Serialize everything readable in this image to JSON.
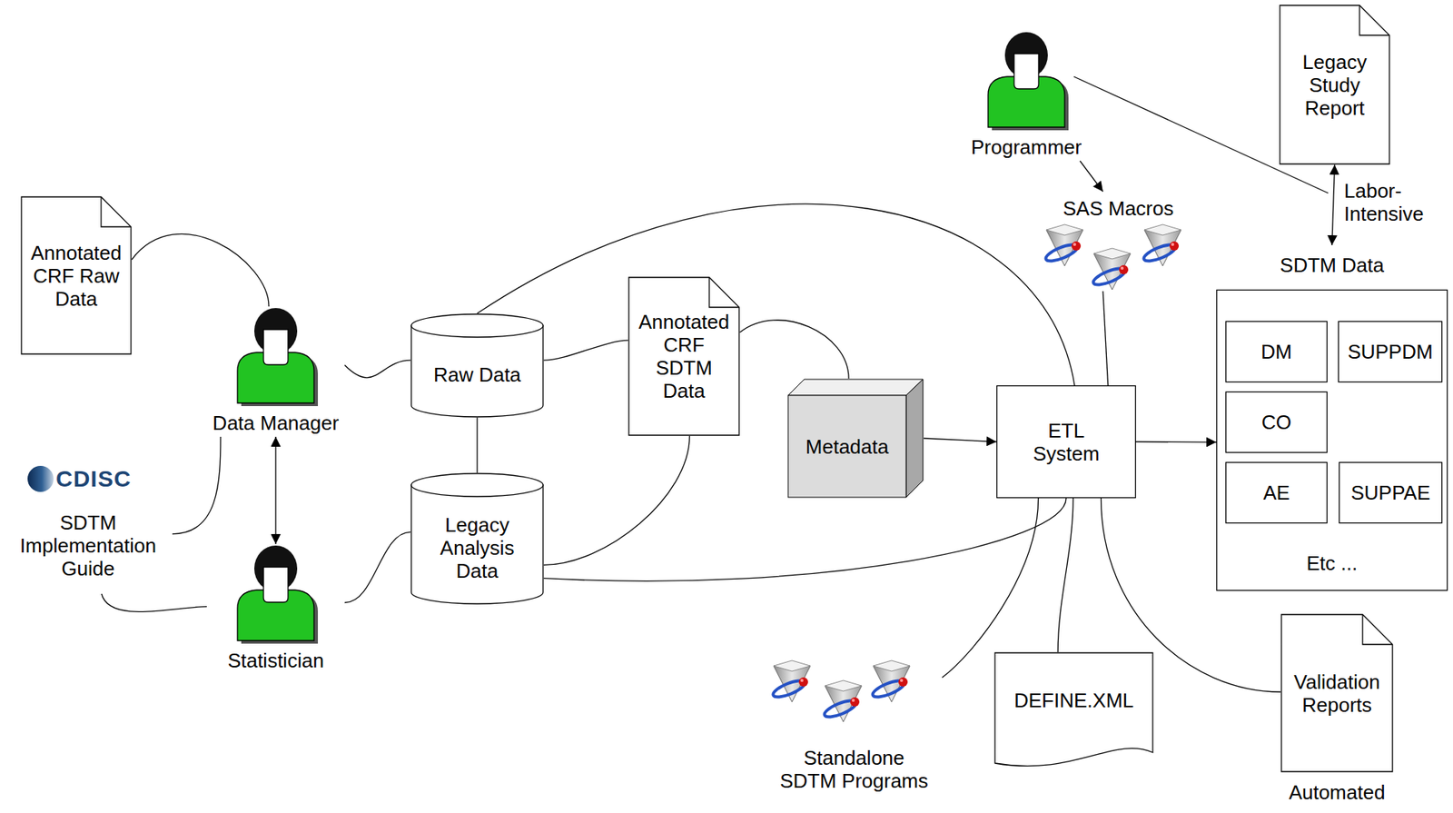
{
  "diagram": {
    "nodes": [
      {
        "text": [
          "Annotated CRF Raw Data"
        ]
      },
      {
        "text": [
          "Data Manager"
        ]
      },
      {
        "text": [
          "CDISC",
          "SDTM Implementation Guide"
        ]
      },
      {
        "text": [
          "Statistician"
        ]
      },
      {
        "text": [
          "Raw Data"
        ]
      },
      {
        "text": [
          "Legacy Analysis Data"
        ]
      },
      {
        "text": [
          "Annotated CRF SDTM Data"
        ]
      },
      {
        "text": [
          "Metadata"
        ]
      },
      {
        "text": [
          "Programmer"
        ]
      },
      {
        "text": [
          "SAS Macros"
        ]
      },
      {
        "text": [
          "ETL System"
        ]
      },
      {
        "text": [
          "Legacy Study Report"
        ]
      },
      {
        "text": [
          "SDTM Data",
          "Etc ..."
        ]
      },
      {
        "text": [
          "DM"
        ],
        "in": 12
      },
      {
        "text": [
          "SUPPDM"
        ],
        "in": 12
      },
      {
        "text": [
          "CO"
        ],
        "in": 12
      },
      {
        "text": [
          "AE"
        ],
        "in": 12
      },
      {
        "text": [
          "SUPPAE"
        ],
        "in": 12
      },
      {
        "text": [
          "Standalone SDTM Programs"
        ]
      },
      {
        "text": [
          "DEFINE.XML"
        ]
      },
      {
        "text": [
          "Validation Reports",
          "Automated"
        ]
      }
    ],
    "edges": [
      {
        "from": 0,
        "to": 1,
        "arrow": "none"
      },
      {
        "from": 1,
        "to": 4,
        "arrow": "none"
      },
      {
        "from": 1,
        "to": 3,
        "arrow": "both"
      },
      {
        "from": 2,
        "to": 1,
        "arrow": "none"
      },
      {
        "from": 2,
        "to": 3,
        "arrow": "none"
      },
      {
        "from": 3,
        "to": 5,
        "arrow": "none"
      },
      {
        "from": 4,
        "to": 5,
        "arrow": "none"
      },
      {
        "from": 4,
        "to": 6,
        "arrow": "none"
      },
      {
        "from": 6,
        "to": 5,
        "arrow": "none"
      },
      {
        "from": 6,
        "to": 7,
        "arrow": "none"
      },
      {
        "from": 4,
        "to": 10,
        "arrow": "none"
      },
      {
        "from": 5,
        "to": 10,
        "arrow": "none"
      },
      {
        "from": 7,
        "to": 10,
        "arrow": "to"
      },
      {
        "from": 8,
        "to": 9,
        "arrow": "to"
      },
      {
        "from": 9,
        "to": 10,
        "arrow": "none"
      },
      {
        "from": 11,
        "to": 12,
        "label": "Labor-Intensive",
        "arrow": "both"
      },
      {
        "from": 10,
        "to": 12,
        "arrow": "to"
      },
      {
        "from": 10,
        "to": 18,
        "arrow": "none"
      },
      {
        "from": 10,
        "to": 19,
        "arrow": "none"
      },
      {
        "from": 10,
        "to": 20,
        "arrow": "none"
      }
    ]
  }
}
